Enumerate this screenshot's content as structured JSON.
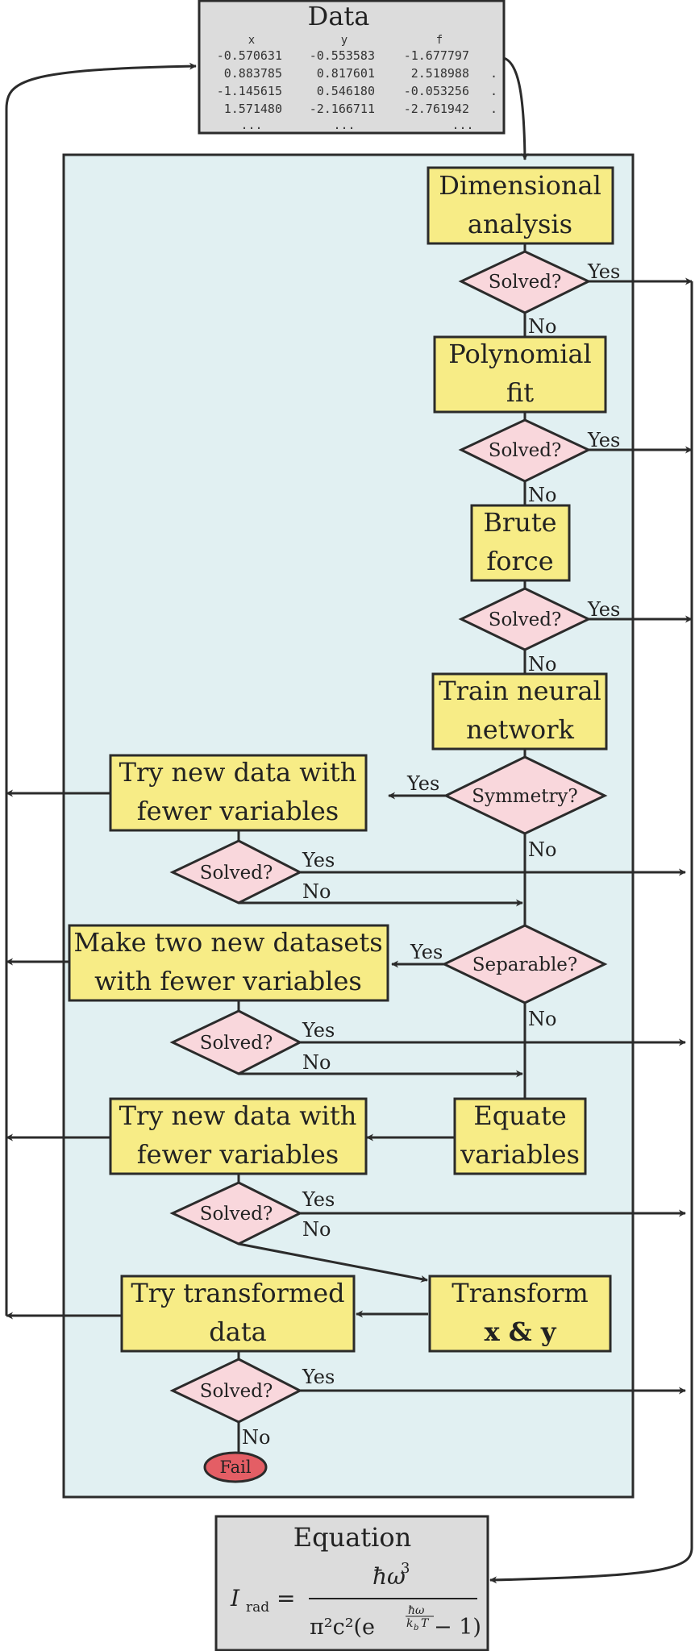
{
  "colors": {
    "panel_fill": "#e1f0f2",
    "process_fill": "#f7ec86",
    "decision_fill": "#f9d7dc",
    "data_fill": "#dcdcdc",
    "fail_fill": "#e45e65",
    "stroke": "#2b2b2b"
  },
  "data_box": {
    "title": "Data",
    "headers": [
      "x",
      "y",
      "f"
    ],
    "rows": [
      [
        "-0.570631",
        "-0.553583",
        "-1.677797"
      ],
      [
        "0.883785",
        "0.817601",
        "2.518988"
      ],
      [
        "-1.145615",
        "0.546180",
        "-0.053256"
      ],
      [
        "1.571480",
        "-2.166711",
        "-2.761942"
      ]
    ],
    "ellipsis": "...",
    "row_dot": "."
  },
  "steps": {
    "dimensional_analysis": [
      "Dimensional",
      "analysis"
    ],
    "polynomial_fit": [
      "Polynomial",
      "fit"
    ],
    "brute_force": [
      "Brute",
      "force"
    ],
    "train_neural_network": [
      "Train neural",
      "network"
    ],
    "try_new_data_1": [
      "Try new data with",
      "fewer variables"
    ],
    "make_two_datasets": [
      "Make two new datasets",
      "with fewer variables"
    ],
    "try_new_data_2": [
      "Try new data with",
      "fewer variables"
    ],
    "equate_variables": [
      "Equate",
      "variables"
    ],
    "try_transformed_data": [
      "Try transformed",
      "data"
    ],
    "transform_xy": [
      "Transform",
      "x & y"
    ]
  },
  "decisions": {
    "solved": "Solved?",
    "symmetry": "Symmetry?",
    "separable": "Separable?"
  },
  "labels": {
    "yes": "Yes",
    "no": "No",
    "fail": "Fail"
  },
  "equation_box": {
    "title": "Equation",
    "lhs": "I",
    "lhs_sub": "rad",
    "equals": "=",
    "numerator": "ħω",
    "numerator_sup": "3",
    "denominator_prefix": "π²c²(e",
    "exp_numerator": "ħω",
    "exp_denominator": "k",
    "exp_denominator_sub": "b",
    "exp_denominator_T": "T",
    "denominator_suffix": " − 1)"
  }
}
